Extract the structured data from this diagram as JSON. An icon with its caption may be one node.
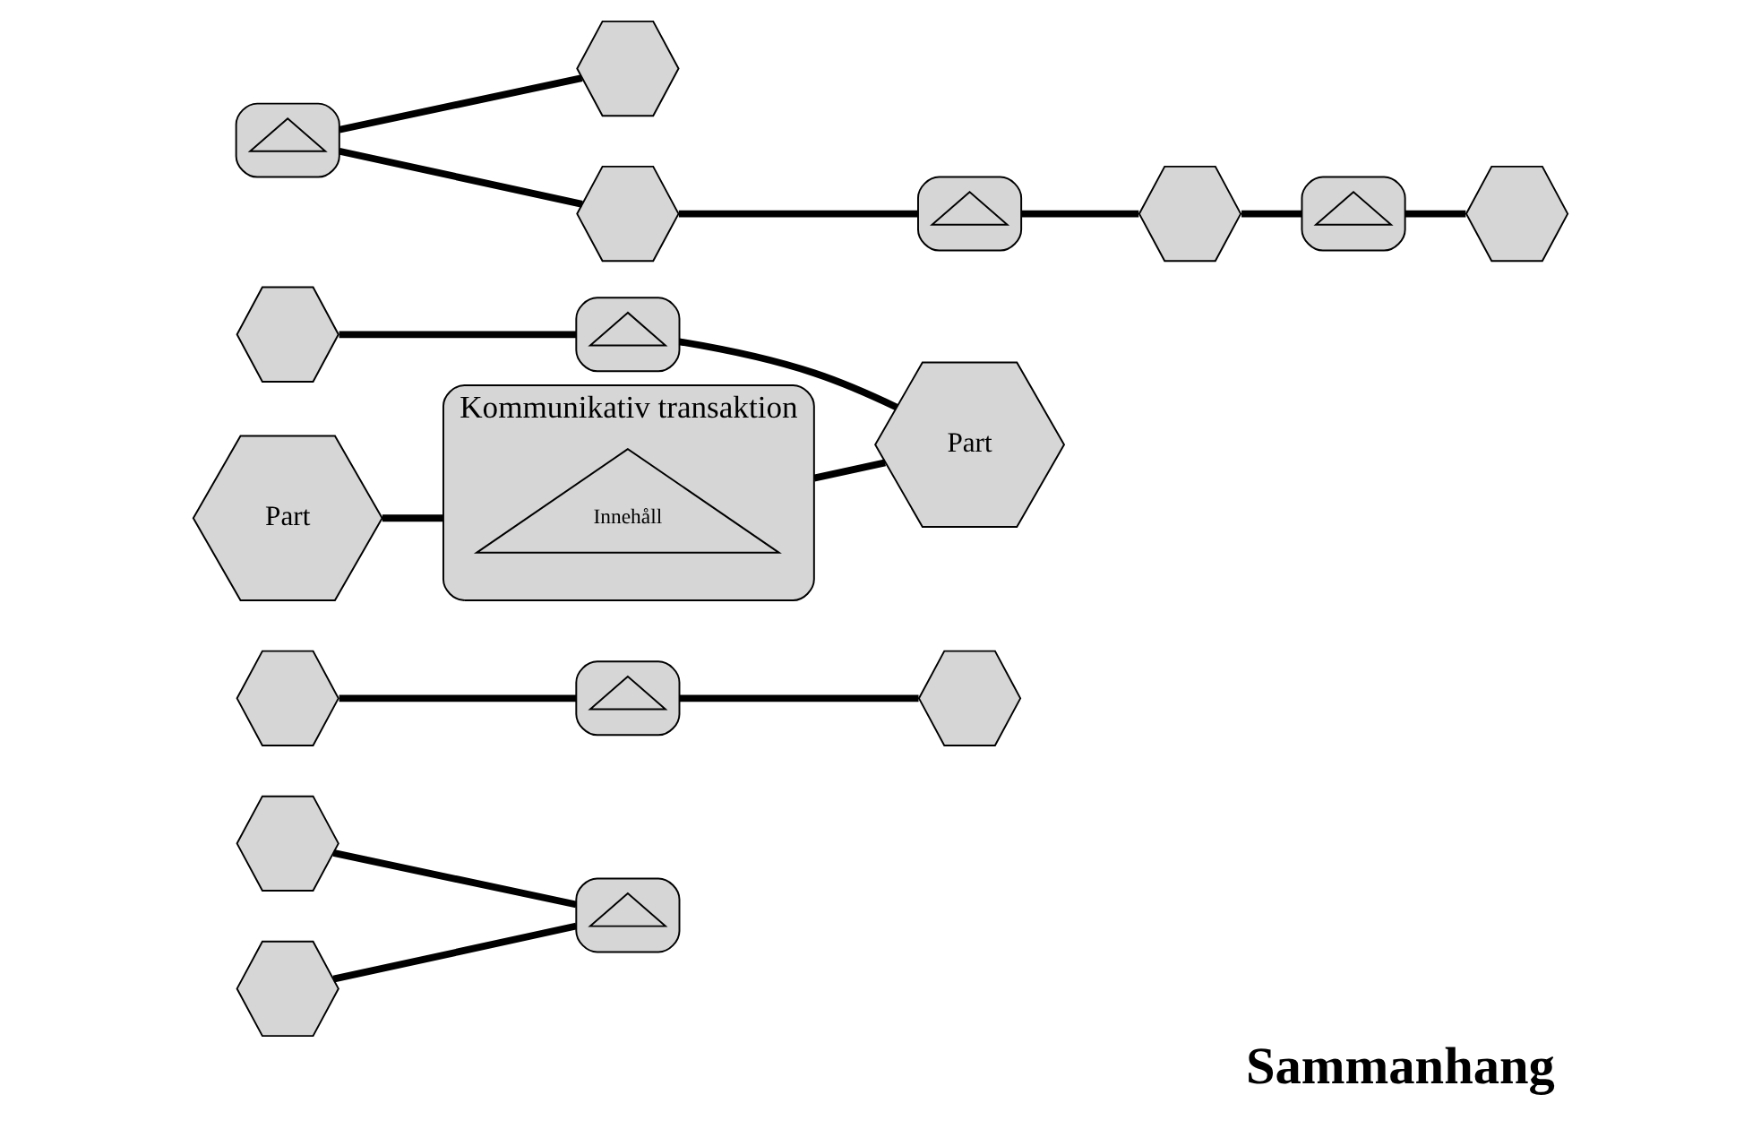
{
  "diagram": {
    "title": "Sammanhang",
    "nodes": [
      {
        "text": [],
        "shape": "hexagon"
      },
      {
        "text": [],
        "shape": "hexagon"
      },
      {
        "text": [],
        "shape": "box"
      },
      {
        "text": [],
        "shape": "triangle",
        "in": 2
      },
      {
        "text": [],
        "shape": "hexagon"
      },
      {
        "text": [],
        "shape": "box"
      },
      {
        "text": [],
        "shape": "triangle",
        "in": 5
      },
      {
        "text": [],
        "shape": "hexagon"
      },
      {
        "text": [],
        "shape": "hexagon"
      },
      {
        "text": [],
        "shape": "box"
      },
      {
        "text": [],
        "shape": "triangle",
        "in": 9
      },
      {
        "text": [
          "Part"
        ]
      },
      {
        "text": [
          "Kommunikativ transaktion"
        ]
      },
      {
        "text": [
          "Innehåll"
        ],
        "in": 12
      },
      {
        "text": [
          "Part"
        ]
      },
      {
        "text": [],
        "shape": "box"
      },
      {
        "text": [],
        "shape": "triangle",
        "in": 15
      },
      {
        "text": [],
        "shape": "hexagon"
      },
      {
        "text": [],
        "shape": "hexagon"
      },
      {
        "text": [],
        "shape": "box"
      },
      {
        "text": [],
        "shape": "triangle",
        "in": 19
      },
      {
        "text": [],
        "shape": "hexagon"
      },
      {
        "text": [],
        "shape": "box"
      },
      {
        "text": [],
        "shape": "triangle",
        "in": 22
      },
      {
        "text": [],
        "shape": "hexagon"
      }
    ],
    "edges": [
      {
        "from": 0,
        "to": 2,
        "arrow": "none"
      },
      {
        "from": 1,
        "to": 2,
        "arrow": "none"
      },
      {
        "from": 4,
        "to": 5,
        "arrow": "none"
      },
      {
        "from": 5,
        "to": 7,
        "arrow": "none"
      },
      {
        "from": 8,
        "to": 9,
        "arrow": "none"
      },
      {
        "from": 9,
        "to": 14,
        "arrow": "none"
      },
      {
        "from": 11,
        "to": 12,
        "arrow": "none"
      },
      {
        "from": 12,
        "to": 14,
        "arrow": "none"
      },
      {
        "from": 15,
        "to": 17,
        "arrow": "none"
      },
      {
        "from": 15,
        "to": 18,
        "arrow": "none"
      },
      {
        "from": 18,
        "to": 19,
        "arrow": "none"
      },
      {
        "from": 19,
        "to": 21,
        "arrow": "none"
      },
      {
        "from": 21,
        "to": 22,
        "arrow": "none"
      },
      {
        "from": 22,
        "to": 24,
        "arrow": "none"
      }
    ]
  }
}
